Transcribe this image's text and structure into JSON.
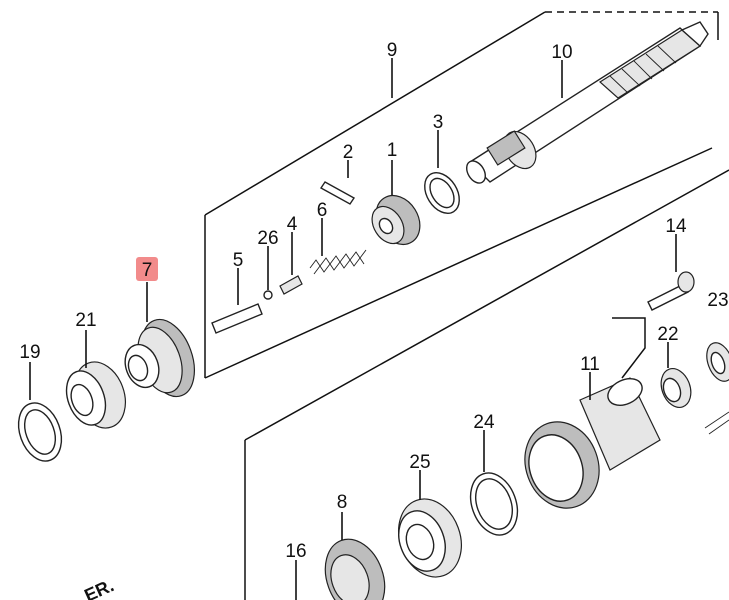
{
  "diagram": {
    "callouts": [
      {
        "id": "c9",
        "label": "9"
      },
      {
        "id": "c10",
        "label": "10"
      },
      {
        "id": "c1",
        "label": "1"
      },
      {
        "id": "c2",
        "label": "2"
      },
      {
        "id": "c3",
        "label": "3"
      },
      {
        "id": "c4",
        "label": "4"
      },
      {
        "id": "c5",
        "label": "5"
      },
      {
        "id": "c6",
        "label": "6"
      },
      {
        "id": "c7",
        "label": "7",
        "highlighted": true
      },
      {
        "id": "c8",
        "label": "8"
      },
      {
        "id": "c11",
        "label": "11"
      },
      {
        "id": "c14",
        "label": "14"
      },
      {
        "id": "c16",
        "label": "16"
      },
      {
        "id": "c19",
        "label": "19"
      },
      {
        "id": "c21",
        "label": "21"
      },
      {
        "id": "c22",
        "label": "22"
      },
      {
        "id": "c23",
        "label": "23"
      },
      {
        "id": "c24",
        "label": "24"
      },
      {
        "id": "c25",
        "label": "25"
      },
      {
        "id": "c26",
        "label": "26"
      }
    ],
    "partial_text": "ER.",
    "highlight_color": "#f28b8b"
  }
}
